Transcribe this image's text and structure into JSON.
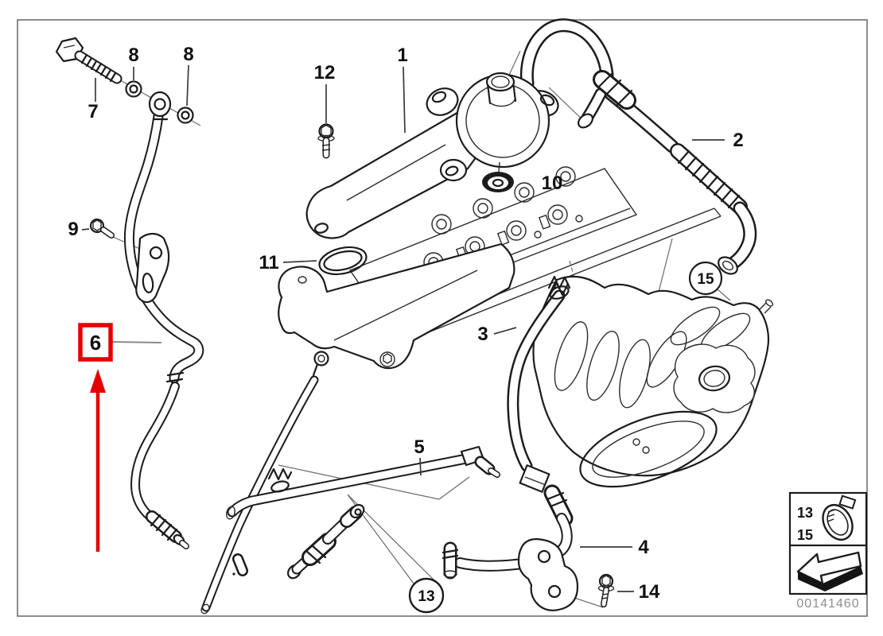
{
  "diagram": {
    "type": "parts-diagram",
    "callouts": {
      "1": "1",
      "2": "2",
      "3": "3",
      "4": "4",
      "5": "5",
      "7": "7",
      "8a": "8",
      "8b": "8",
      "9": "9",
      "10": "10",
      "11": "11",
      "12": "12",
      "14": "14",
      "c13": "13",
      "c15": "15"
    },
    "highlight": {
      "label": "6",
      "box_color": "#e50000",
      "arrow_icon": "up-arrow-annotation"
    },
    "legend": {
      "row1": "13",
      "row2": "15",
      "clamp_icon": "hose-clamp-icon",
      "direction_icon": "direction-arrow-icon"
    },
    "part_number": "00141460",
    "colors": {
      "line": "#1c1c1c",
      "highlight_red": "#e50000",
      "part_number_gray": "#8f8f8f",
      "frame_gray": "#707070"
    }
  }
}
